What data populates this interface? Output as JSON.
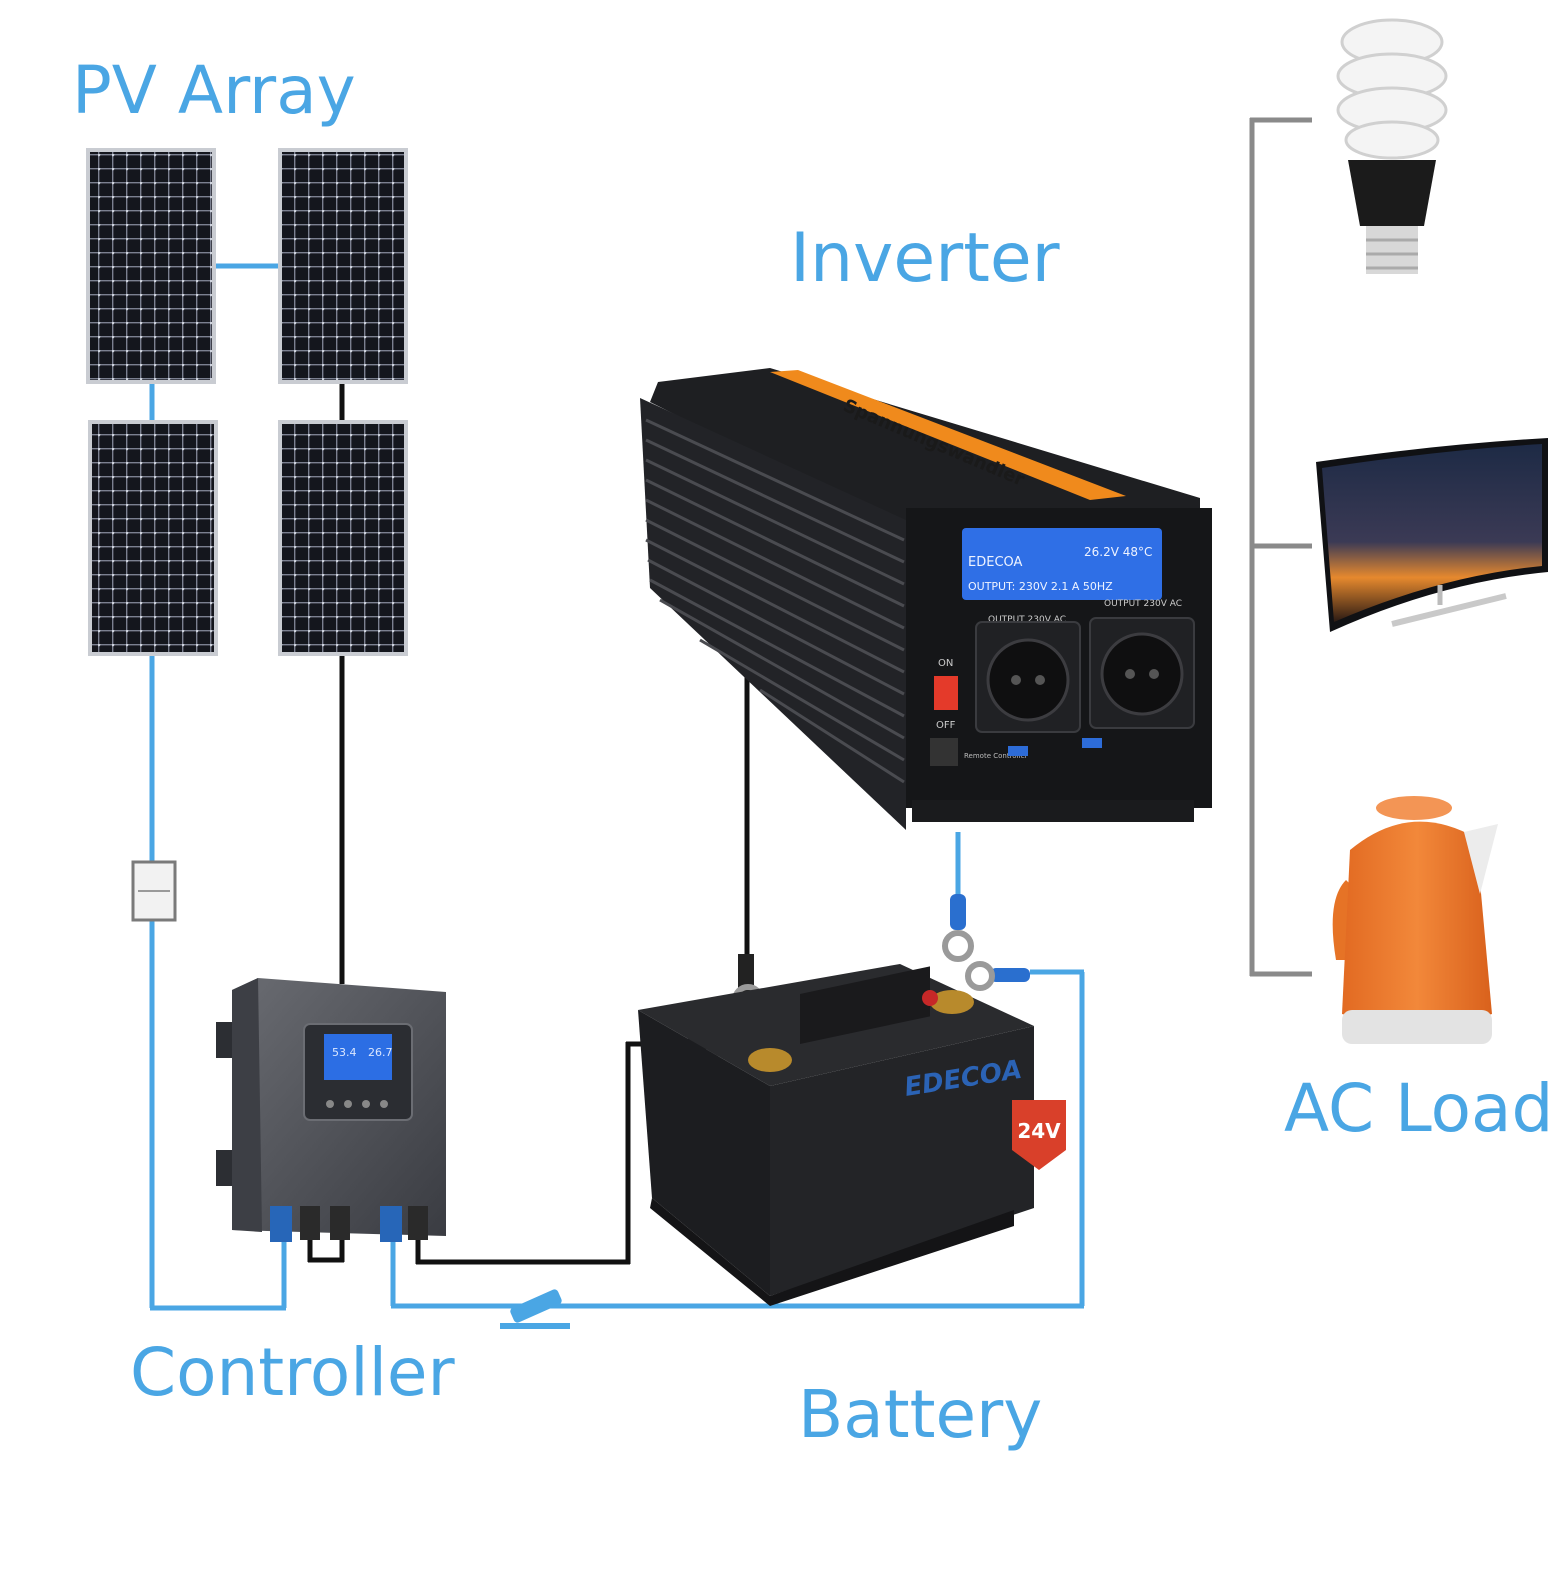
{
  "labels": {
    "pv_array": "PV Array",
    "inverter": "Inverter",
    "controller": "Controller",
    "battery": "Battery",
    "ac_load": "AC Load"
  },
  "inverter": {
    "brand": "EDECOA",
    "top_brand_text": "Spannungswandler",
    "lcd_line1": "26.2V  48°C",
    "lcd_line2": "OUTPUT: 230V   2.1 A 50HZ",
    "socket_label_left": "OUTPUT 230V AC",
    "socket_label_right": "OUTPUT 230V AC",
    "switch_on": "ON",
    "switch_off": "OFF",
    "remote_label": "Remote Controller"
  },
  "battery": {
    "brand": "EDECOA",
    "voltage_badge": "24V"
  },
  "controller": {
    "lcd_value_left": "53.4",
    "lcd_value_right": "26.7"
  },
  "colors": {
    "wire_blue": "#4aa6e4",
    "wire_black": "#111111",
    "label_blue": "#4aa6e4",
    "inverter_orange": "#f08a1c",
    "lcd_blue": "#2f6fe6",
    "kettle_orange": "#ef7a2c",
    "badge_red": "#d9402a",
    "bus_gray": "#8a8a8a"
  },
  "icons": [
    "solar-panel-icon",
    "fuse-icon",
    "bulb-icon",
    "tv-icon",
    "kettle-icon",
    "switch-icon",
    "ring-terminal-icon"
  ]
}
